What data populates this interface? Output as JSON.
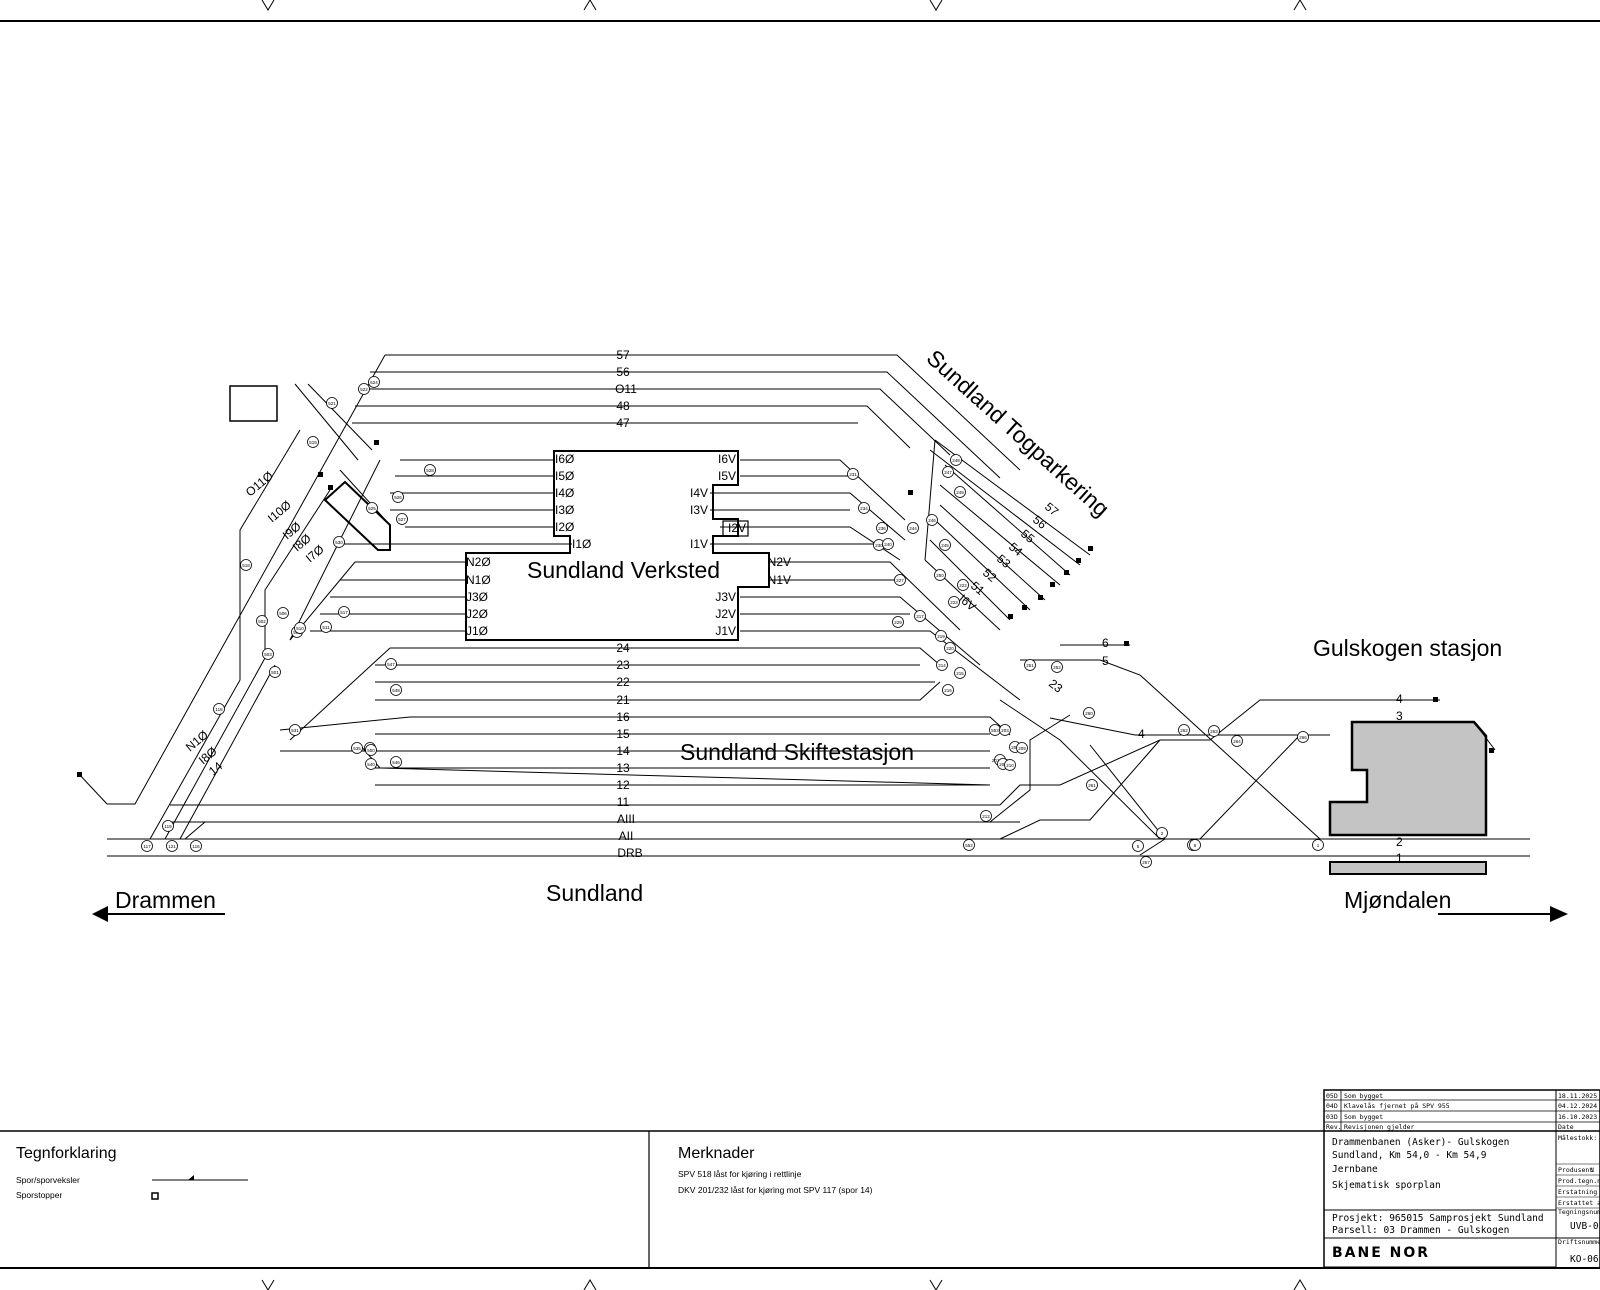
{
  "stations": {
    "verksted": "Sundland Verksted",
    "skiftestasjon": "Sundland Skiftestasjon",
    "togparkering": "Sundland Togparkering",
    "gulskogen": "Gulskogen stasjon",
    "sundland": "Sundland",
    "drammen": "Drammen",
    "mjondalen": "Mjøndalen"
  },
  "tracks": {
    "upper": [
      "57",
      "56",
      "O11",
      "48",
      "47"
    ],
    "yard_upper": [
      "24",
      "23",
      "22",
      "21"
    ],
    "yard_lower": [
      "16",
      "15",
      "14",
      "13",
      "12",
      "11",
      "AIII",
      "AII",
      "DRB"
    ],
    "right": [
      "6",
      "5",
      "4",
      "4",
      "3",
      "2",
      "1",
      "23"
    ]
  },
  "verksted_ports": {
    "left": [
      "I6Ø",
      "I5Ø",
      "I4Ø",
      "I3Ø",
      "I2Ø",
      "I1Ø",
      "N2Ø",
      "N1Ø",
      "J3Ø",
      "J2Ø",
      "J1Ø"
    ],
    "right": [
      "I6V",
      "I5V",
      "I4V",
      "I3V",
      "I2V",
      "I1V",
      "N2V",
      "N1V",
      "J3V",
      "J2V",
      "J1V"
    ]
  },
  "diag_left": [
    "O11Ø",
    "I10Ø",
    "I9Ø",
    "I8Ø",
    "I7Ø",
    "N1Ø",
    "I8Ø",
    "14"
  ],
  "diag_right": [
    "57",
    "56",
    "55",
    "54",
    "53",
    "52",
    "51",
    "I6V"
  ],
  "switch_numbers": [
    "117",
    "121",
    "116",
    "119",
    "118",
    "501",
    "503",
    "502",
    "506",
    "505",
    "510",
    "511",
    "517",
    "518",
    "519",
    "521",
    "522",
    "524",
    "525",
    "526",
    "527",
    "528",
    "530",
    "531",
    "535",
    "540",
    "541",
    "546",
    "547",
    "548",
    "550",
    "552",
    "553",
    "201/232",
    "203",
    "205",
    "207",
    "209",
    "210",
    "212",
    "214",
    "215",
    "216",
    "217",
    "219",
    "220",
    "222",
    "223",
    "227",
    "229",
    "230",
    "231",
    "234",
    "236",
    "240",
    "244",
    "245",
    "246",
    "247",
    "248",
    "249",
    "250",
    "251",
    "252",
    "260",
    "261",
    "262",
    "263",
    "264",
    "266",
    "267",
    "268",
    "1",
    "2",
    "5",
    "6",
    "8",
    "10",
    "213",
    "218"
  ],
  "legend": {
    "title": "Tegnforklaring",
    "items": [
      "Spor/sporveksler",
      "Sporstopper"
    ]
  },
  "notes": {
    "title": "Merknader",
    "lines": [
      "SPV 518 låst for kjøring i rettlinje",
      "DKV 201/232 låst for kjøring mot SPV 117 (spor 14)"
    ]
  },
  "revisions": [
    {
      "code": "05D",
      "text": "Som bygget",
      "date": "18.11.2025"
    },
    {
      "code": "04D",
      "text": "Klavelås fjernet på SPV 955",
      "date": "04.12.2024"
    },
    {
      "code": "03D",
      "text": "Som bygget",
      "date": "16.10.2023"
    },
    {
      "code": "Rev.",
      "text": "Revisjonen gjelder",
      "date": "Date"
    }
  ],
  "titleblock": {
    "line1": "Drammenbanen (Asker)- Gulskogen",
    "line2": "Sundland, Km 54,0 - Km 54,9",
    "line3": "Jernbane",
    "line4": "Skjematisk sporplan",
    "project1": "Prosjekt: 965015 Samprosjekt Sundland",
    "project2": "Parsell: 03 Drammen - Gulskogen",
    "logo": "BANE NOR",
    "labels": [
      "Målestokk:",
      "Produsent",
      "Prod.tegn.nr.",
      "Erstatning for",
      "Erstattet av",
      "Tegningsnummer:",
      "Driftsnummer:"
    ],
    "prod_prefix": "N",
    "tegn_no": "UVB-0",
    "drift_no": "KO-06"
  }
}
